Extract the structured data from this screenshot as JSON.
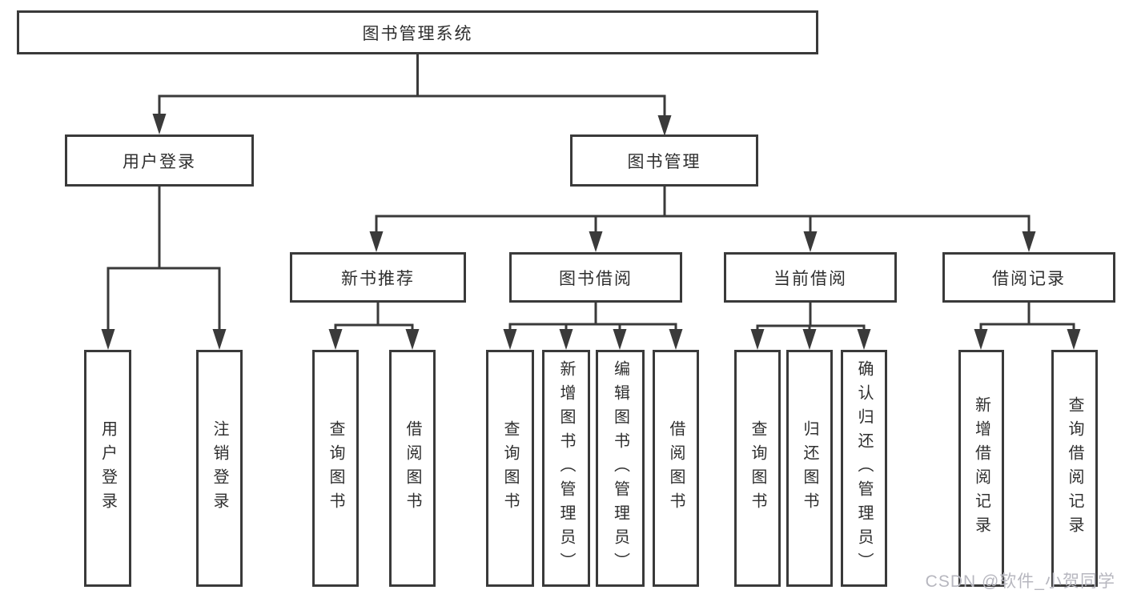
{
  "diagram": {
    "title": "图书管理系统",
    "level2": {
      "user": "用户登录",
      "books": "图书管理"
    },
    "level3": {
      "recommend": "新书推荐",
      "borrow": "图书借阅",
      "current": "当前借阅",
      "records": "借阅记录"
    },
    "leaves": {
      "user": [
        "用户登录",
        "注销登录"
      ],
      "recommend": [
        "查询图书",
        "借阅图书"
      ],
      "borrow": [
        "查询图书",
        "新增图书（管理员）",
        "编辑图书（管理员）",
        "借阅图书"
      ],
      "current": [
        "查询图书",
        "归还图书",
        "确认归还（管理员）"
      ],
      "records": [
        "新增借阅记录",
        "查询借阅记录"
      ]
    }
  },
  "watermark": {
    "text": "CSDN @软件_小贺同学"
  },
  "colors": {
    "line": "#3a3a3a",
    "text": "#2f2f2f",
    "background": "#ffffff",
    "watermark": "#b7b7bf"
  }
}
